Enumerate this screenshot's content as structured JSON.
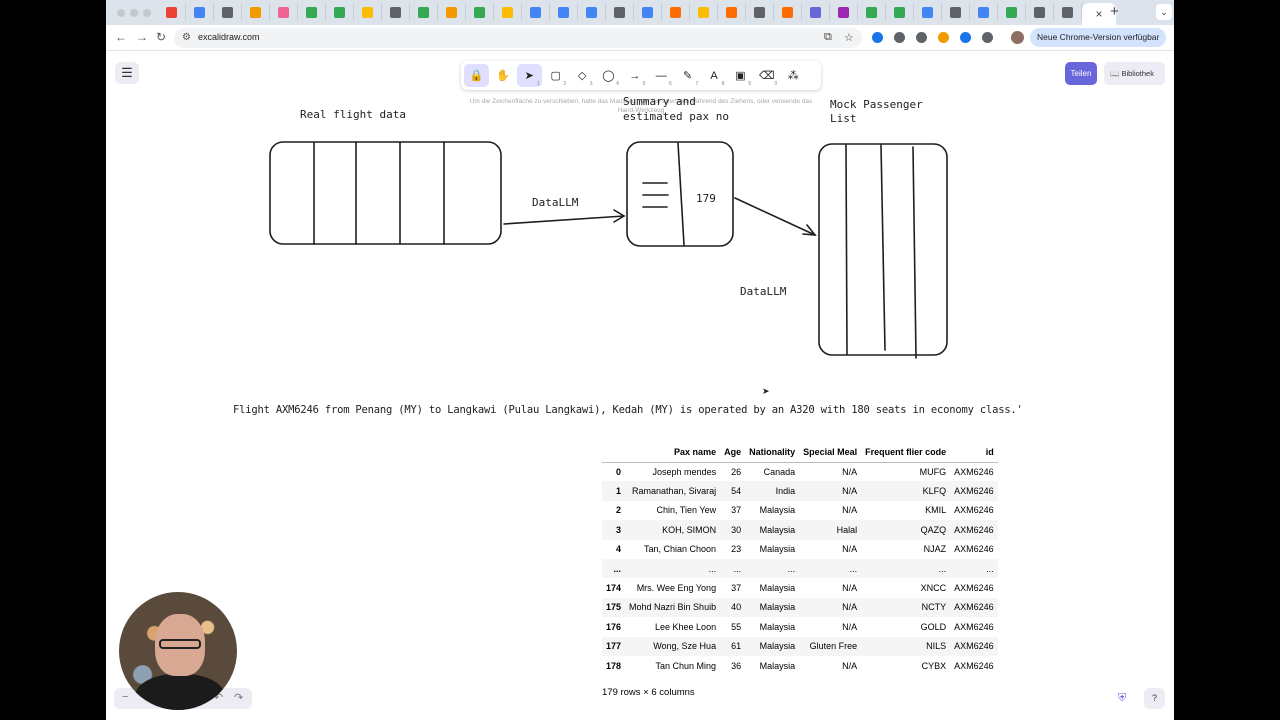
{
  "browser": {
    "tab_favicon_colors": [
      "#ea4335",
      "#4285f4",
      "#5f6368",
      "#f29900",
      "#f06292",
      "#34a853",
      "#34a853",
      "#fbbc04",
      "#5f6368",
      "#34a853",
      "#f29900",
      "#34a853",
      "#fbbc04",
      "#4285f4",
      "#4285f4",
      "#4285f4",
      "#5f6368",
      "#4285f4",
      "#ff6d00",
      "#fbbc04",
      "#ff6d00",
      "#5f6368",
      "#ff6d00",
      "#6965db",
      "#9c27b0",
      "#34a853",
      "#34a853",
      "#4285f4",
      "#5f6368",
      "#4285f4",
      "#34a853",
      "#5f6368",
      "#5f6368"
    ],
    "active_tab_close": "×",
    "new_tab": "+",
    "url": "excalidraw.com",
    "update_button": "Neue Chrome-Version verfügbar",
    "extension_colors": [
      "#1a73e8",
      "#5f6368",
      "#5f6368",
      "#f29900",
      "#1a73e8",
      "#5f6368"
    ]
  },
  "excalidraw": {
    "share_label": "Teilen",
    "library_label": "Bibliothek",
    "hint": "Um die Zeichenfläche zu verschieben, halte das Mausrad oder die Leertaste während des Ziehens, oder verwende das Hand-Werkzeug",
    "tools": [
      {
        "name": "lock-icon",
        "glyph": "🔒",
        "num": ""
      },
      {
        "name": "hand-icon",
        "glyph": "✋",
        "num": ""
      },
      {
        "name": "selection-icon",
        "glyph": "➤",
        "num": "1"
      },
      {
        "name": "rectangle-icon",
        "glyph": "▢",
        "num": "2"
      },
      {
        "name": "diamond-icon",
        "glyph": "◇",
        "num": "3"
      },
      {
        "name": "ellipse-icon",
        "glyph": "◯",
        "num": "4"
      },
      {
        "name": "arrow-icon",
        "glyph": "→",
        "num": "5"
      },
      {
        "name": "line-icon",
        "glyph": "—",
        "num": "6"
      },
      {
        "name": "draw-icon",
        "glyph": "✎",
        "num": "7"
      },
      {
        "name": "text-icon",
        "glyph": "A",
        "num": "8"
      },
      {
        "name": "image-icon",
        "glyph": "▣",
        "num": "9"
      },
      {
        "name": "eraser-icon",
        "glyph": "⌫",
        "num": "0"
      },
      {
        "name": "more-tools-icon",
        "glyph": "⁂",
        "num": ""
      }
    ]
  },
  "drawing": {
    "real_label": "Real flight data",
    "summary_label_1": "Summary and",
    "summary_label_2": "estimated pax no",
    "pax_count": "179",
    "mock_label_1": "Mock Passenger",
    "mock_label_2": "List",
    "arrow1_label": "DataLLM",
    "arrow2_label": "DataLLM",
    "flight_sentence": "Flight AXM6246 from Penang (MY) to Langkawi (Pulau Langkawi), Kedah (MY) is operated by an A320 with 180 seats in economy class.'"
  },
  "table": {
    "columns": [
      "",
      "Pax name",
      "Age",
      "Nationality",
      "Special Meal",
      "Frequent flier code",
      "id"
    ],
    "rows": [
      [
        "0",
        "Joseph mendes",
        "26",
        "Canada",
        "N/A",
        "MUFG",
        "AXM6246"
      ],
      [
        "1",
        "Ramanathan, Sivaraj",
        "54",
        "India",
        "N/A",
        "KLFQ",
        "AXM6246"
      ],
      [
        "2",
        "Chin, Tien Yew",
        "37",
        "Malaysia",
        "N/A",
        "KMIL",
        "AXM6246"
      ],
      [
        "3",
        "KOH, SIMON",
        "30",
        "Malaysia",
        "Halal",
        "QAZQ",
        "AXM6246"
      ],
      [
        "4",
        "Tan, Chian Choon",
        "23",
        "Malaysia",
        "N/A",
        "NJAZ",
        "AXM6246"
      ],
      [
        "...",
        "...",
        "...",
        "...",
        "...",
        "...",
        "..."
      ],
      [
        "174",
        "Mrs. Wee Eng Yong",
        "37",
        "Malaysia",
        "N/A",
        "XNCC",
        "AXM6246"
      ],
      [
        "175",
        "Mohd Nazri Bin Shuib",
        "40",
        "Malaysia",
        "N/A",
        "NCTY",
        "AXM6246"
      ],
      [
        "176",
        "Lee Khee Loon",
        "55",
        "Malaysia",
        "N/A",
        "GOLD",
        "AXM6246"
      ],
      [
        "177",
        "Wong, Sze Hua",
        "61",
        "Malaysia",
        "Gluten Free",
        "NILS",
        "AXM6246"
      ],
      [
        "178",
        "Tan Chun Ming",
        "36",
        "Malaysia",
        "N/A",
        "CYBX",
        "AXM6246"
      ]
    ],
    "shape_info": "179 rows × 6 columns"
  }
}
